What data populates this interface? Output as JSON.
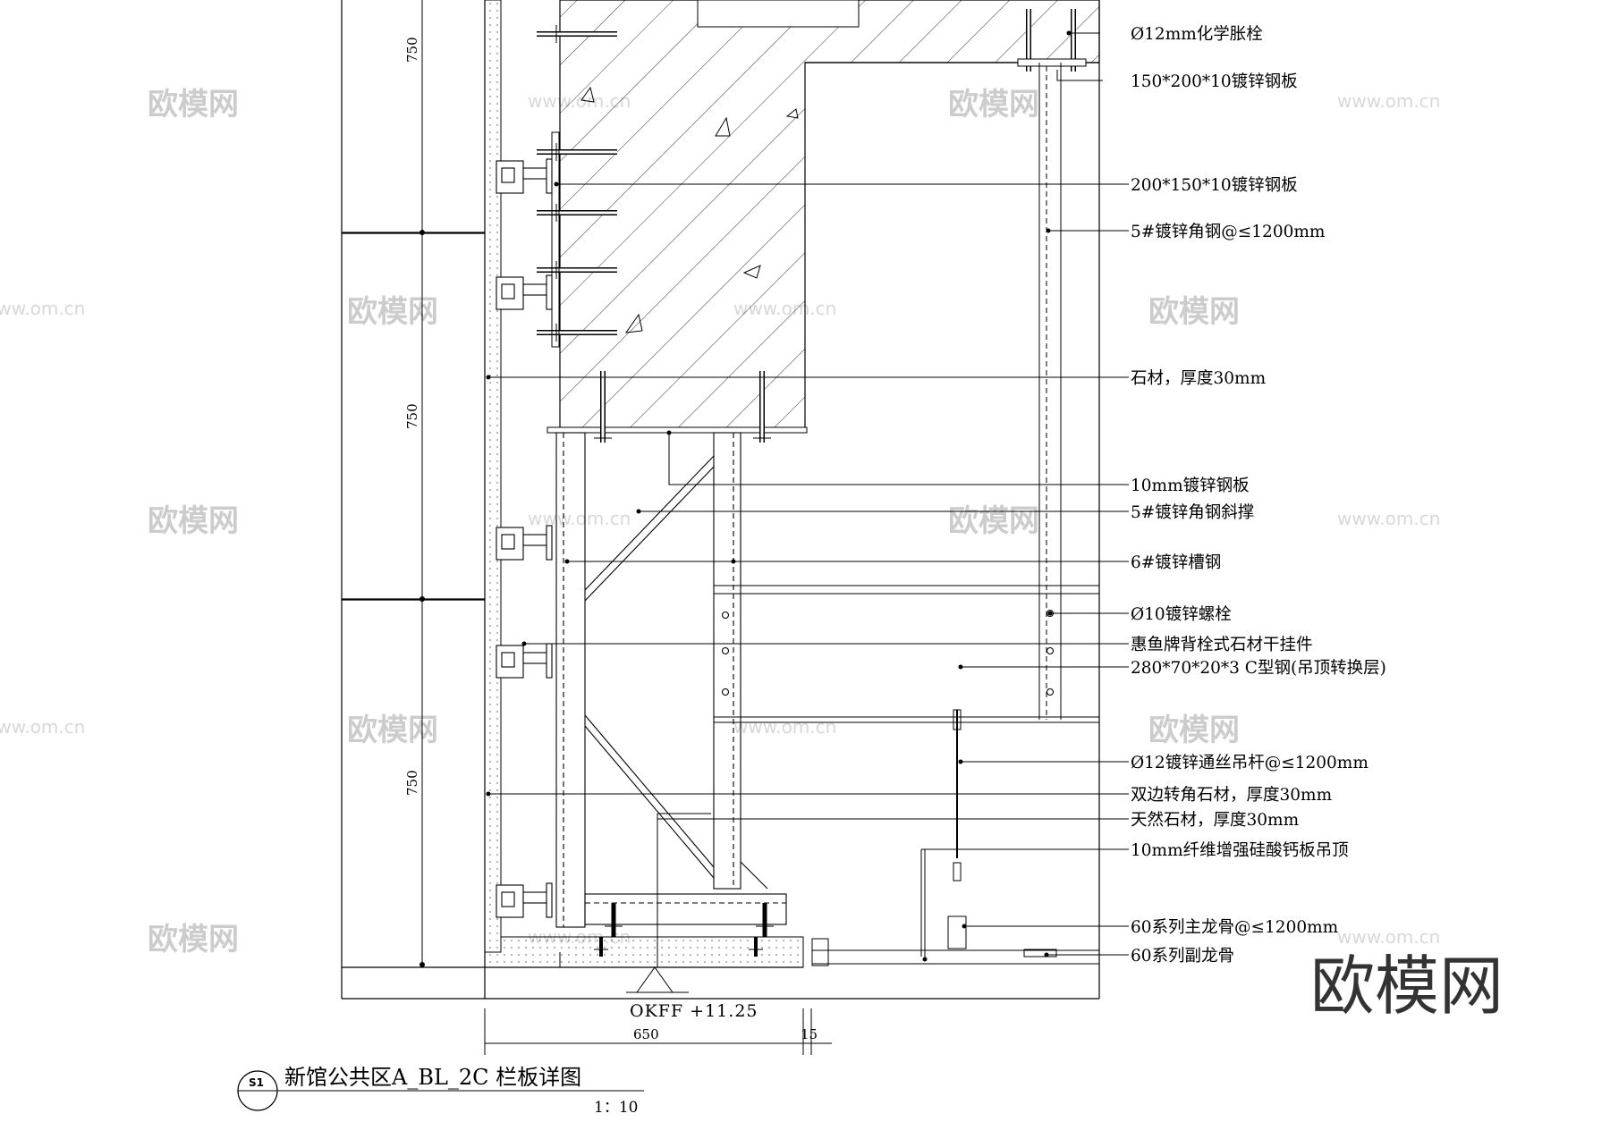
{
  "title": {
    "sheet_mark": "S1",
    "name": "新馆公共区A_BL_2C 栏板详图",
    "scale": "1：10"
  },
  "level_mark": "OKFF +11.25",
  "dimensions": {
    "vertical": [
      "750",
      "750",
      "750"
    ],
    "bottom": [
      "650",
      "15"
    ]
  },
  "callouts": [
    "Ø12mm化学胀栓",
    "150*200*10镀锌钢板",
    "200*150*10镀锌钢板",
    "5#镀锌角钢@≤1200mm",
    "石材，厚度30mm",
    "10mm镀锌钢板",
    "5#镀锌角钢斜撑",
    "6#镀锌槽钢",
    "Ø10镀锌螺栓",
    "惠鱼牌背栓式石材干挂件",
    "280*70*20*3 C型钢(吊顶转换层)",
    "Ø12镀锌通丝吊杆@≤1200mm",
    "双边转角石材，厚度30mm",
    "天然石材，厚度30mm",
    "10mm纤维增强硅酸钙板吊顶",
    "60系列主龙骨@≤1200mm",
    "60系列副龙骨"
  ],
  "watermarks": {
    "brand": "欧模网",
    "site": "www.om.cn"
  },
  "colors": {
    "ink": "#000000",
    "watermark": "#cccccc"
  }
}
